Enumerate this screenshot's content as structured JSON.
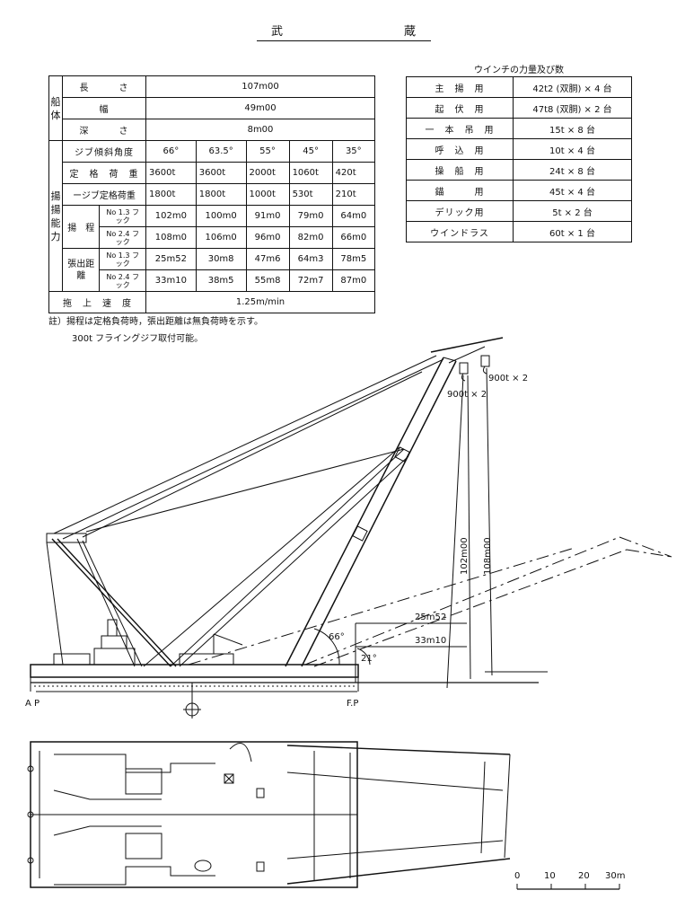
{
  "title": {
    "left": "武",
    "right": "蔵"
  },
  "specs": {
    "hull_label": "船体",
    "rows_hull": [
      {
        "label": "長　　　さ",
        "value": "107m00"
      },
      {
        "label": "幅",
        "value": "49m00"
      },
      {
        "label": "深　　　さ",
        "value": "8m00"
      }
    ],
    "lift_label": "揚揚能力",
    "jib_angle_label": "ジブ傾斜角度",
    "jib_angles": [
      "66°",
      "63.5°",
      "55°",
      "45°",
      "35°"
    ],
    "rated_load_label": "定　格　荷　重",
    "rated_load": [
      "3600t",
      "3600t",
      "2000t",
      "1060t",
      "420t"
    ],
    "single_jib_label": "ージブ定格荷重",
    "single_jib": [
      "1800t",
      "1800t",
      "1000t",
      "530t",
      "210t"
    ],
    "lift_height_label": "揚　程",
    "hook_13": "No 1.3 フック",
    "hook_24": "No 2.4 フック",
    "lift_height_13": [
      "102m0",
      "100m0",
      "91m0",
      "79m0",
      "64m0"
    ],
    "lift_height_24": [
      "108m0",
      "106m0",
      "96m0",
      "82m0",
      "66m0"
    ],
    "outreach_label": "張出距離",
    "outreach_13": [
      "25m52",
      "30m8",
      "47m6",
      "64m3",
      "78m5"
    ],
    "outreach_24": [
      "33m10",
      "38m5",
      "55m8",
      "72m7",
      "87m0"
    ],
    "speed_label": "拖　上　速　度",
    "speed_value": "1.25m/min"
  },
  "winch": {
    "caption": "ウインチの力量及び数",
    "rows": [
      {
        "label": "主　揚　用",
        "value": "42t2 (双胴) × 4 台"
      },
      {
        "label": "起　伏　用",
        "value": "47t8 (双胴) × 2 台"
      },
      {
        "label": "一　本　吊　用",
        "value": "15t × 8 台"
      },
      {
        "label": "呼　込　用",
        "value": "10t × 4 台"
      },
      {
        "label": "操　船　用",
        "value": "24t × 8 台"
      },
      {
        "label": "錨　　　用",
        "value": "45t × 4 台"
      },
      {
        "label": "デリック用",
        "value": "5t × 2 台"
      },
      {
        "label": "ウインドラス",
        "value": "60t × 1 台"
      }
    ]
  },
  "notes": {
    "line1": "註）揚程は定格負荷時，張出距離は無負荷時を示す。",
    "line2": "300t フライングジフ取付可能。"
  },
  "drawing": {
    "hook_a": "900t × 2",
    "hook_b": "900t × 2",
    "height_a": "102m00",
    "height_b": "108m00",
    "reach_a": "25m52",
    "reach_b": "33m10",
    "angle_a": "66°",
    "angle_b": "21°",
    "ap": "A P",
    "fp": "F.P"
  },
  "scale": {
    "labels": [
      "0",
      "10",
      "20",
      "30m"
    ]
  }
}
